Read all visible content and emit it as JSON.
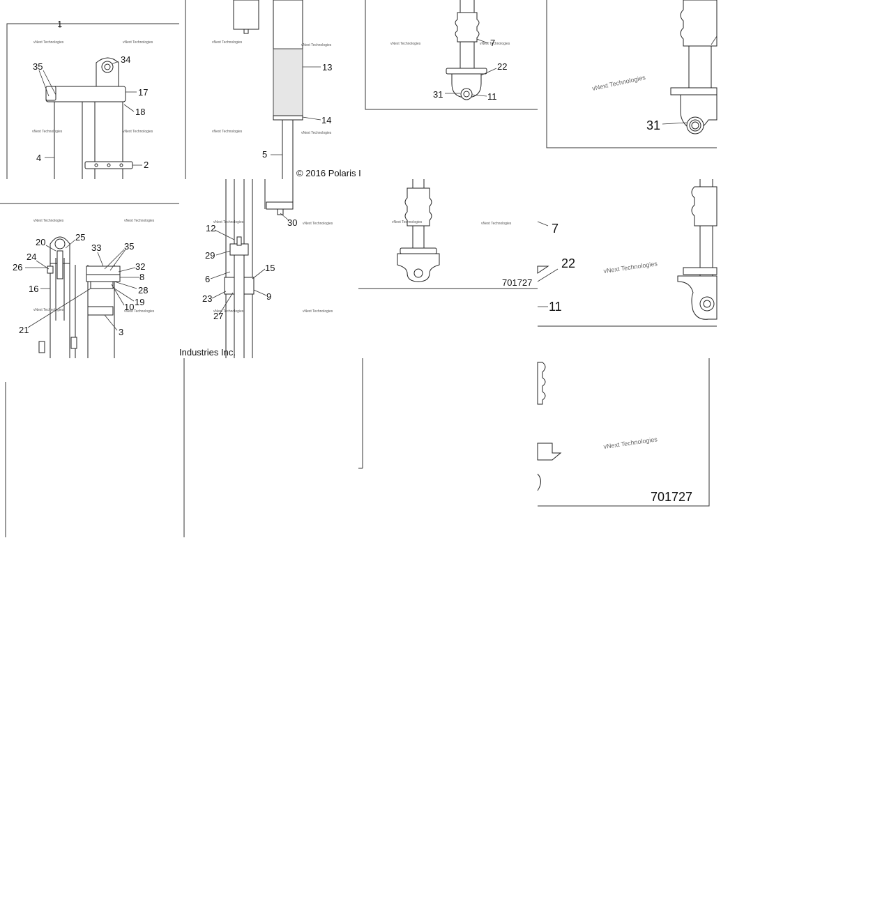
{
  "diagram": {
    "copyright": "© 2016 Polaris I",
    "copyright_tail": "Industries Inc.",
    "drawing_number_small": "701727",
    "drawing_number_large": "701727",
    "watermark_small": "vNext Technologies",
    "watermark_large": "vNext Technologies",
    "callouts": {
      "c1": "1",
      "c2": "2",
      "c3": "3",
      "c4": "4",
      "c5": "5",
      "c6": "6",
      "c7a": "7",
      "c7b": "7",
      "c8": "8",
      "c9": "9",
      "c10": "10",
      "c11a": "11",
      "c11b": "11",
      "c12": "12",
      "c13": "13",
      "c14": "14",
      "c15": "15",
      "c16": "16",
      "c17": "17",
      "c18": "18",
      "c19": "19",
      "c20": "20",
      "c21": "21",
      "c22a": "22",
      "c22b": "22",
      "c23": "23",
      "c24": "24",
      "c25": "25",
      "c26": "26",
      "c27": "27",
      "c28": "28",
      "c29": "29",
      "c30": "30",
      "c31a": "31",
      "c31b": "31",
      "c32": "32",
      "c33": "33",
      "c34": "34",
      "c35a": "35",
      "c35b": "35"
    }
  }
}
